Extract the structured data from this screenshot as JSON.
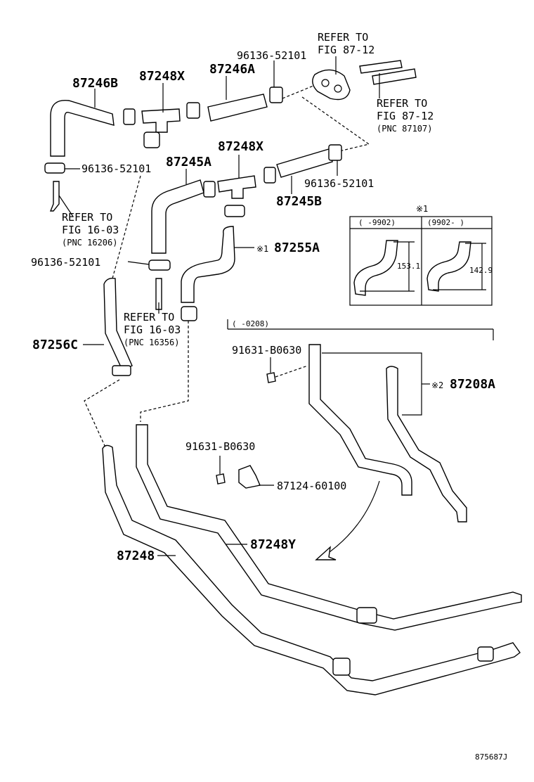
{
  "labels": {
    "p87246B": "87246B",
    "p87248X_top": "87248X",
    "p87246A": "87246A",
    "p96136_top": "96136-52101",
    "refer_87_12_top_1": "REFER TO",
    "refer_87_12_top_2": "FIG 87-12",
    "refer_87_12_right_1": "REFER TO",
    "refer_87_12_right_2": "FIG 87-12",
    "refer_87_12_right_pnc": "(PNC 87107)",
    "p96136_left": "96136-52101",
    "refer_16_03_a_1": "REFER TO",
    "refer_16_03_a_2": "FIG 16-03",
    "refer_16_03_a_pnc": "(PNC 16206)",
    "p87248X_mid": "87248X",
    "p87245A": "87245A",
    "p96136_mid": "96136-52101",
    "p87245B": "87245B",
    "p96136_left2": "96136-52101",
    "p87255A": "87255A",
    "note1_mark": "※1",
    "note1_mark_sm": "※1",
    "box1_col1": "(   -9902)",
    "box1_col2": "(9902-    )",
    "dim_1531": "153.1",
    "dim_1429": "142.9",
    "refer_16_03_b_1": "REFER TO",
    "refer_16_03_b_2": "FIG 16-03",
    "refer_16_03_b_pnc": "(PNC 16356)",
    "p87256C": "87256C",
    "range_0208": "(   -0208)",
    "p91631_a": "91631-B0630",
    "note2_mark": "※2",
    "p87208A": "87208A",
    "p91631_b": "91631-B0630",
    "p87124": "87124-60100",
    "p87248Y": "87248Y",
    "p87248": "87248",
    "figure_id": "875687J"
  }
}
